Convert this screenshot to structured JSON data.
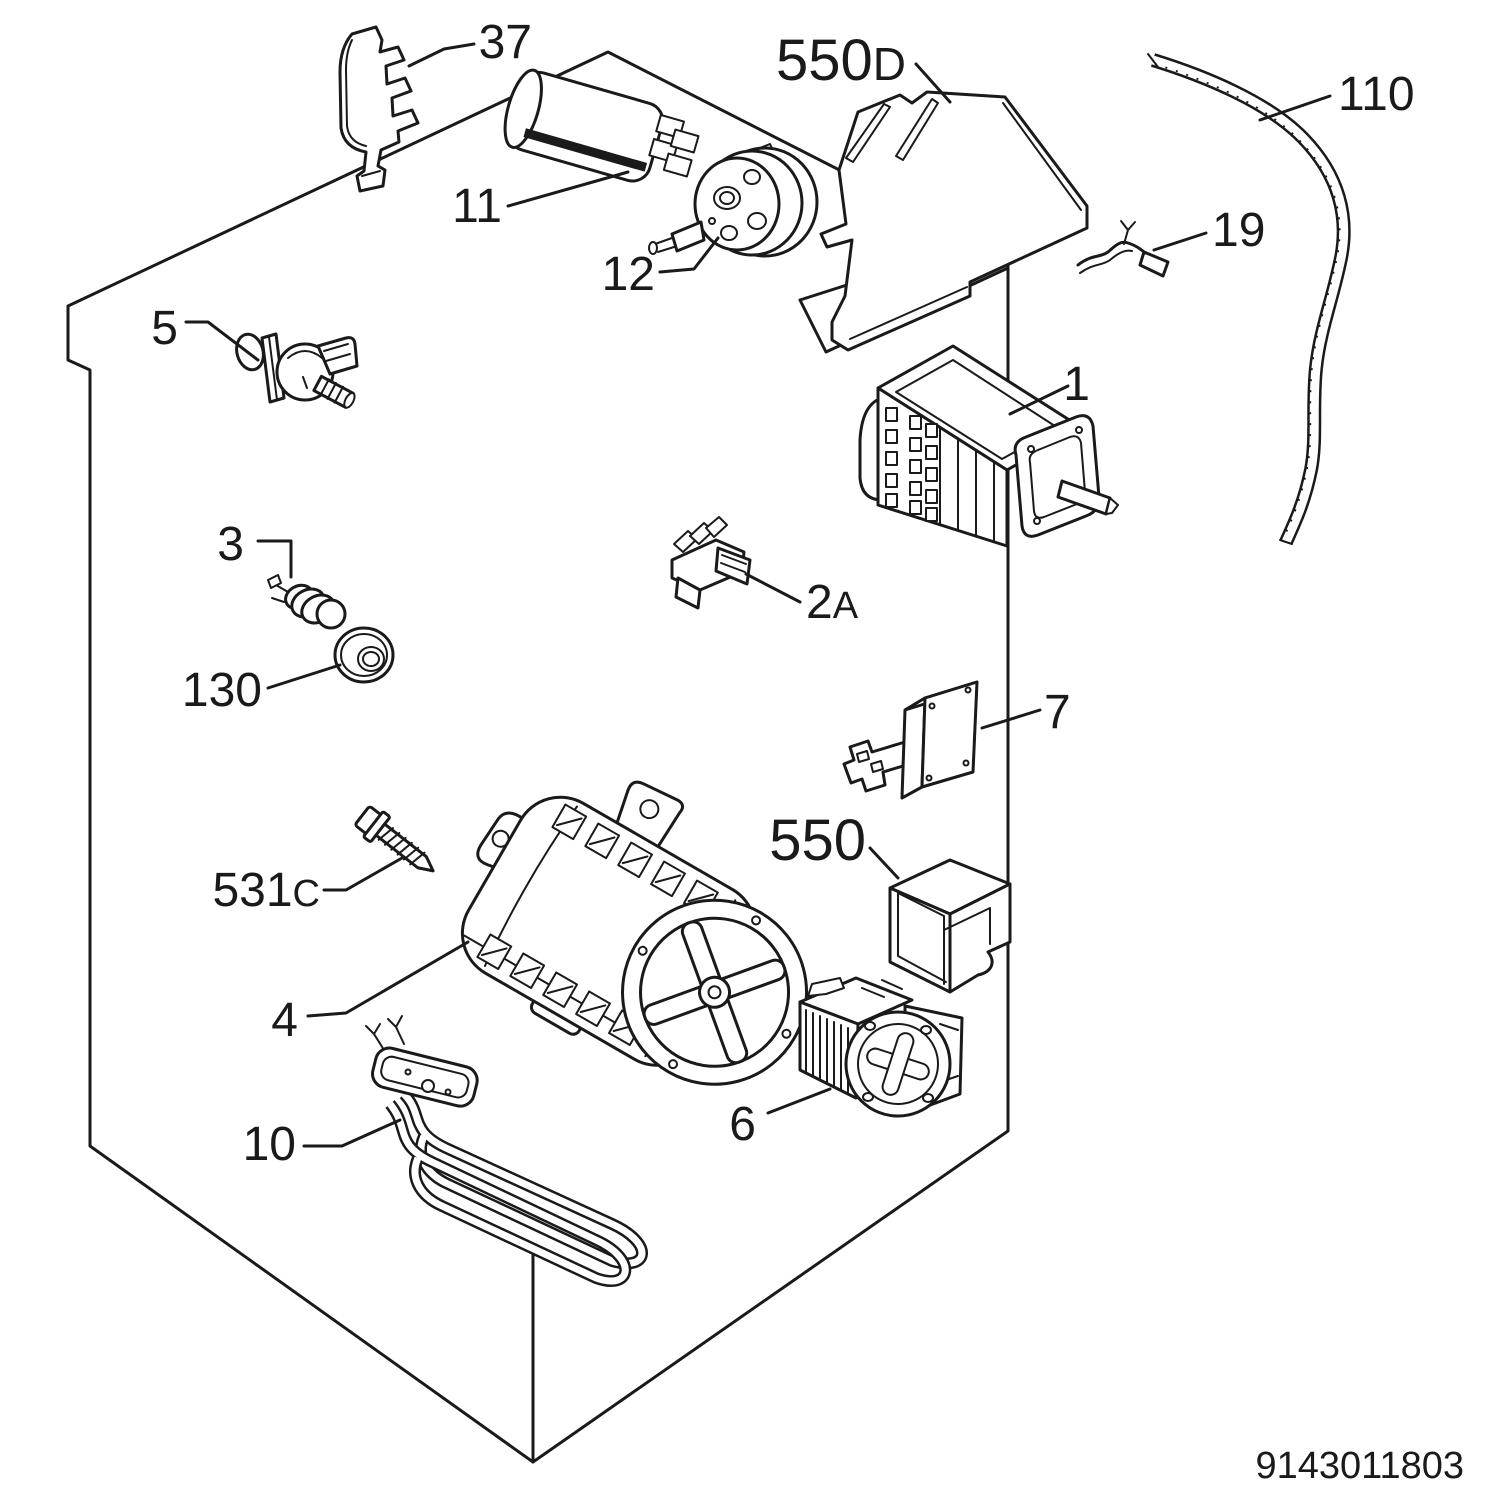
{
  "diagram": {
    "type": "exploded-parts-diagram",
    "colors": {
      "ink": "#1a1a1a",
      "paper": "#ffffff"
    },
    "callouts": {
      "c37": {
        "label": "37"
      },
      "c11": {
        "label": "11"
      },
      "c12": {
        "label": "12"
      },
      "c550d": {
        "label": "550",
        "suffix": "D"
      },
      "c110": {
        "label": "110"
      },
      "c19": {
        "label": "19"
      },
      "c5": {
        "label": "5"
      },
      "c1": {
        "label": "1"
      },
      "c2a": {
        "label": "2",
        "suffix": "A"
      },
      "c3": {
        "label": "3"
      },
      "c130": {
        "label": "130"
      },
      "c7": {
        "label": "7"
      },
      "c531c": {
        "label": "531",
        "suffix": "C"
      },
      "c550": {
        "label": "550"
      },
      "c4": {
        "label": "4"
      },
      "c6": {
        "label": "6"
      },
      "c10": {
        "label": "10"
      }
    },
    "footer": {
      "doc_number": "9143011803"
    }
  }
}
